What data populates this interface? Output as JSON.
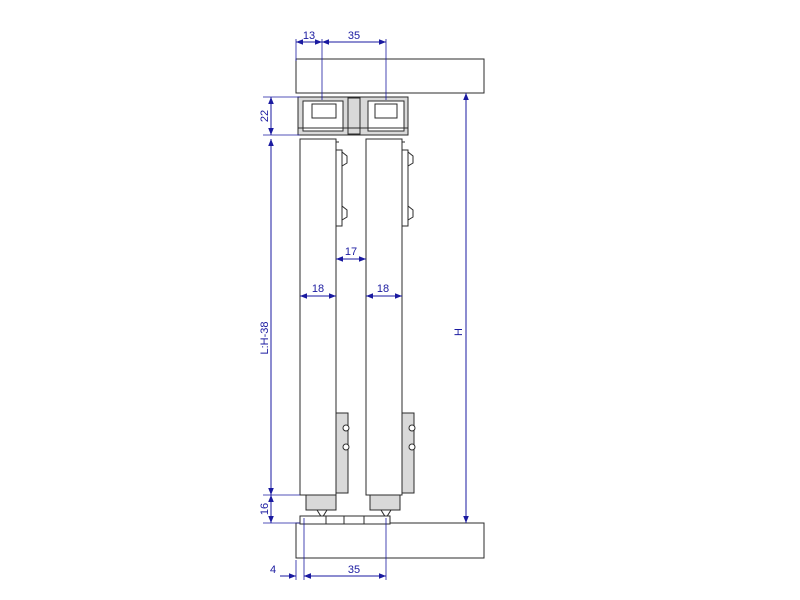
{
  "colors": {
    "dimension": "#1a1aa0",
    "outline": "#2b2b2b",
    "panel_fill": "#ffffff",
    "hardware_fill": "#d9d9d9"
  },
  "dimensions": {
    "top_offset": "13",
    "top_spacing": "35",
    "top_track_height": "22",
    "panel_length": "L:H-38",
    "bottom_gap": "16",
    "panel_gap": "17",
    "panel_left_thickness": "18",
    "panel_right_thickness": "18",
    "opening_height": "H",
    "bottom_offset": "4",
    "bottom_spacing": "35"
  }
}
